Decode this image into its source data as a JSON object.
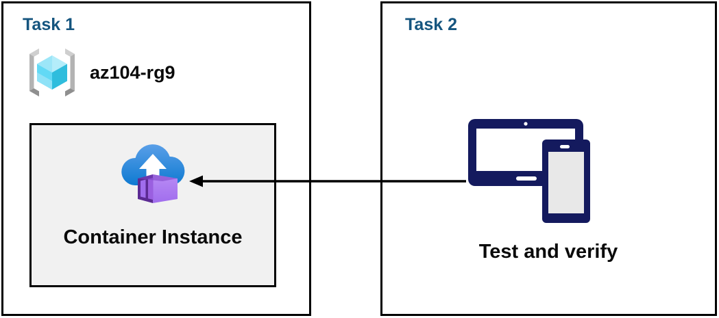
{
  "diagram": {
    "title": "Azure Container Instance task diagram",
    "background": "#ffffff",
    "colors": {
      "task_title": "#15557f",
      "panel_border": "#000000",
      "card_fill": "#f1f1f1",
      "label_text": "#0a0a0a",
      "arrow": "#000000",
      "device_navy": "#141a5e",
      "device_screen_gray": "#e8e8e8",
      "cloud_blue_light": "#4f9ce8",
      "cloud_blue_dark": "#0e7ad1",
      "container_purple_light": "#b083f0",
      "container_purple_mid": "#9a5fe0",
      "container_purple_dark": "#5b2a93",
      "rg_cube_light": "#9fe7f7",
      "rg_cube_mid": "#4fd3f0",
      "rg_cube_dark": "#2bbcd9",
      "rg_bracket_gray": "#a6a6a6"
    }
  },
  "panels": [
    {
      "id": "task1",
      "title": "Task 1",
      "resource_group": {
        "icon": "azure-resource-group-icon",
        "label": "az104-rg9"
      },
      "card": {
        "icon": "azure-container-instance-icon",
        "label": "Container Instance"
      }
    },
    {
      "id": "task2",
      "title": "Task 2",
      "item": {
        "icon": "devices-tablet-phone-icon",
        "label": "Test and verify"
      }
    }
  ],
  "connector": {
    "name": "arrow-task2-to-container-instance",
    "direction": "right-to-left",
    "from": "Test and verify",
    "to": "Container Instance"
  }
}
